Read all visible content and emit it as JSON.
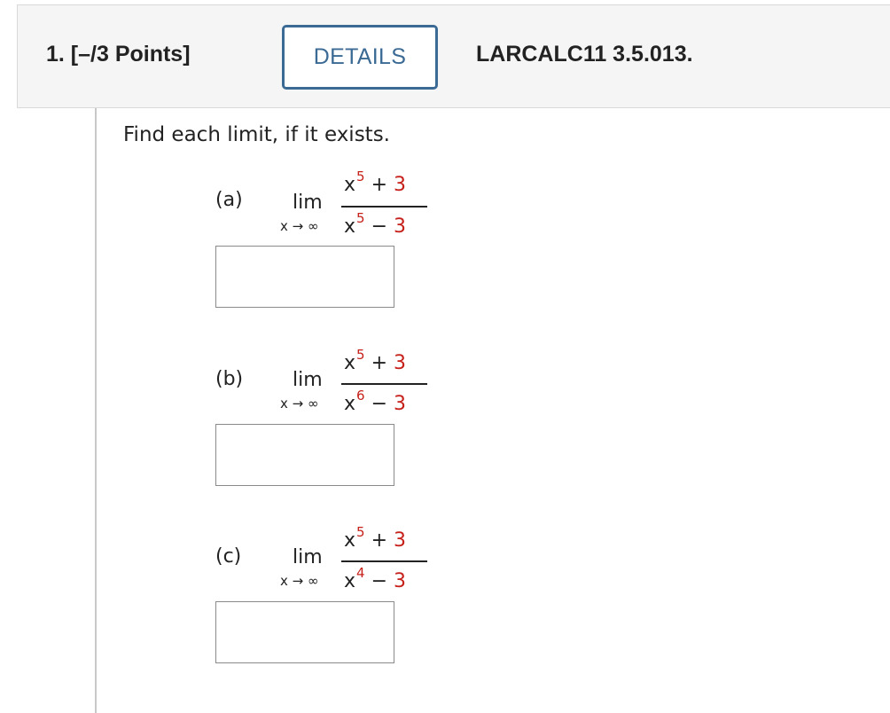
{
  "header": {
    "question_title": "1. [–/3 Points]",
    "details_label": "DETAILS",
    "problem_code": "LARCALC11 3.5.013."
  },
  "prompt": "Find each limit, if it exists.",
  "parts": [
    {
      "label": "(a)",
      "lim": "lim",
      "approach": "x → ∞",
      "num_var": "x",
      "num_exp": "5",
      "num_op": "+",
      "num_const": "3",
      "den_var": "x",
      "den_exp": "5",
      "den_op": "−",
      "den_const": "3",
      "answer": ""
    },
    {
      "label": "(b)",
      "lim": "lim",
      "approach": "x → ∞",
      "num_var": "x",
      "num_exp": "5",
      "num_op": "+",
      "num_const": "3",
      "den_var": "x",
      "den_exp": "6",
      "den_op": "−",
      "den_const": "3",
      "answer": ""
    },
    {
      "label": "(c)",
      "lim": "lim",
      "approach": "x → ∞",
      "num_var": "x",
      "num_exp": "5",
      "num_op": "+",
      "num_const": "3",
      "den_var": "x",
      "den_exp": "4",
      "den_op": "−",
      "den_const": "3",
      "answer": ""
    }
  ],
  "colors": {
    "accent": "#3b6a94",
    "highlight_red": "#c6211a",
    "header_bg": "#f5f5f5"
  }
}
